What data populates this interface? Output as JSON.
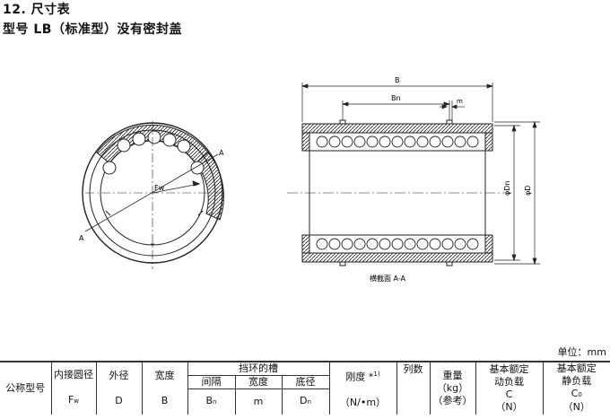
{
  "heading": {
    "section": "12. 尺寸表",
    "subtitle": "型号 LB（标准型）没有密封盖"
  },
  "drawing": {
    "label_A_top": "A",
    "label_A_bottom": "A",
    "label_Fw": "Fw",
    "label_B": "B",
    "label_Bn": "Bn",
    "label_m": "m",
    "label_Dn": "φDn",
    "label_D": "φD",
    "section_caption": "横截面 A-A"
  },
  "unit_label": "单位：mm",
  "table": {
    "col_model": "公称型号",
    "col_fw_title": "内接圆径",
    "col_fw_sym": "F",
    "col_fw_sub": "w",
    "col_d_title": "外径",
    "col_d_sym": "D",
    "col_b_title": "宽度",
    "col_b_sym": "B",
    "col_groove": "挡环的槽",
    "col_bn_title": "间隔",
    "col_bn_sym": "B",
    "col_bn_sub": "n",
    "col_m_title": "宽度",
    "col_m_sym": "m",
    "col_dn_title": "底径",
    "col_dn_sym": "D",
    "col_dn_sub": "n",
    "col_stiff_title": "刚度 *",
    "col_stiff_sup": "1)",
    "col_stiff_unit": "（N/•m）",
    "col_rows": "列数",
    "col_weight_title": "重量",
    "col_weight_unit": "（kg）",
    "col_weight_ref": "（参考）",
    "col_dyn_title": "基本额定",
    "col_dyn_title2": "动负载",
    "col_dyn_sym": "C",
    "col_dyn_unit": "（N）",
    "col_stat_title": "基本额定",
    "col_stat_title2": "静负载",
    "col_stat_sym": "C",
    "col_stat_sub": "0",
    "col_stat_unit": "（N）"
  }
}
